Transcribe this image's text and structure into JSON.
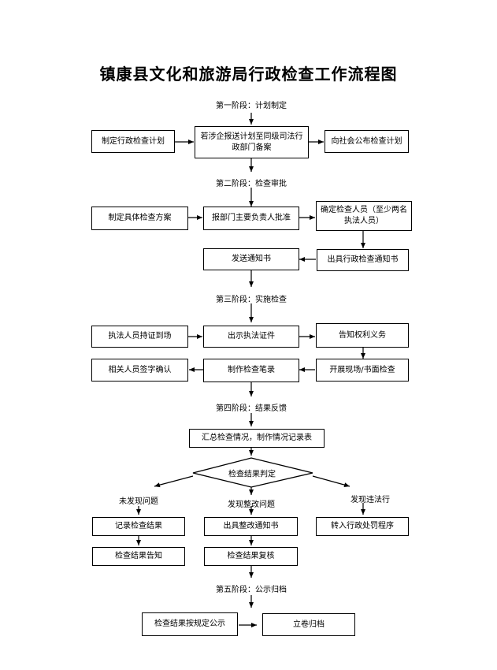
{
  "title": "镇康县文化和旅游局行政检查工作流程图",
  "stages": {
    "s1": "第一阶段：计划制定",
    "s2": "第二阶段：检查审批",
    "s3": "第三阶段：实施检查",
    "s4": "第四阶段：结果反馈",
    "s5": "第五阶段：公示归档"
  },
  "boxes": {
    "plan": "制定行政检查计划",
    "report": "若涉企报送计划至同级司法行政部门备案",
    "publish": "向社会公布检查计划",
    "scheme": "制定具体检查方案",
    "approve": "报部门主要负责人批准",
    "confirm": "确定检查人员（至少两名执法人员）",
    "send_notice": "发送通知书",
    "issue_notice": "出具行政检查通知书",
    "onsite": "执法人员持证到场",
    "show_cert": "出示执法证件",
    "inform": "告知权利义务",
    "sign": "相关人员签字确认",
    "record": "制作检查笔录",
    "check": "开展现场/书面检查",
    "summary": "汇总检查情况，制作情况记录表",
    "judge": "检查结果判定",
    "rec_result": "记录检查结果",
    "rect_notice": "出具整改通知书",
    "penalty": "转入行政处罚程序",
    "notify_result": "检查结果告知",
    "review": "检查结果复核",
    "publicize": "检查结果按规定公示",
    "archive": "立卷归档"
  },
  "branches": {
    "none": "未发现问题",
    "rectify": "发现整改问题",
    "illegal": "发现违法行"
  }
}
